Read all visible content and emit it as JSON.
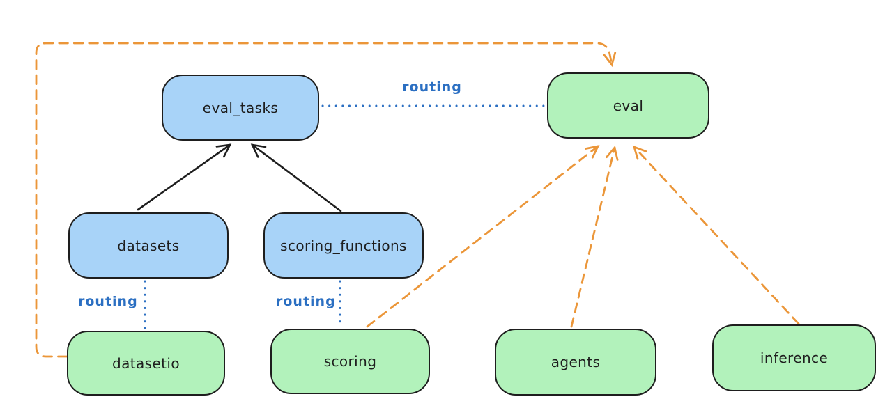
{
  "colors": {
    "node_blue_fill": "#a8d3f8",
    "node_green_fill": "#b2f2bb",
    "node_stroke": "#1e1e1e",
    "routing_blue": "#2b6fc2",
    "arrow_orange": "#eb9639",
    "arrow_black": "#1e1e1e",
    "background": "#ffffff"
  },
  "diagram": {
    "nodes": [
      {
        "id": "eval_tasks",
        "label": "eval_tasks",
        "color": "blue"
      },
      {
        "id": "eval",
        "label": "eval",
        "color": "green"
      },
      {
        "id": "datasets",
        "label": "datasets",
        "color": "blue"
      },
      {
        "id": "scoring_functions",
        "label": "scoring_functions",
        "color": "blue"
      },
      {
        "id": "datasetio",
        "label": "datasetio",
        "color": "green"
      },
      {
        "id": "scoring",
        "label": "scoring",
        "color": "green"
      },
      {
        "id": "agents",
        "label": "agents",
        "color": "green"
      },
      {
        "id": "inference",
        "label": "inference",
        "color": "green"
      }
    ],
    "routing_labels": [
      {
        "text": "routing",
        "between": "eval_tasks and eval"
      },
      {
        "text": "routing",
        "between": "datasets and datasetio"
      },
      {
        "text": "routing",
        "between": "scoring_functions and scoring"
      }
    ],
    "edges": [
      {
        "from": "datasets",
        "to": "eval_tasks",
        "style": "solid-arrow",
        "color": "black"
      },
      {
        "from": "scoring_functions",
        "to": "eval_tasks",
        "style": "solid-arrow",
        "color": "black"
      },
      {
        "from": "eval_tasks",
        "to": "eval",
        "style": "dotted-line",
        "color": "blue",
        "label": "routing"
      },
      {
        "from": "datasets",
        "to": "datasetio",
        "style": "dotted-line",
        "color": "blue",
        "label": "routing"
      },
      {
        "from": "scoring_functions",
        "to": "scoring",
        "style": "dotted-line",
        "color": "blue",
        "label": "routing"
      },
      {
        "from": "datasetio",
        "to": "eval",
        "style": "dashed-arrow",
        "color": "orange"
      },
      {
        "from": "scoring",
        "to": "eval",
        "style": "dashed-arrow",
        "color": "orange"
      },
      {
        "from": "agents",
        "to": "eval",
        "style": "dashed-arrow",
        "color": "orange"
      },
      {
        "from": "inference",
        "to": "eval",
        "style": "dashed-arrow",
        "color": "orange"
      }
    ]
  }
}
